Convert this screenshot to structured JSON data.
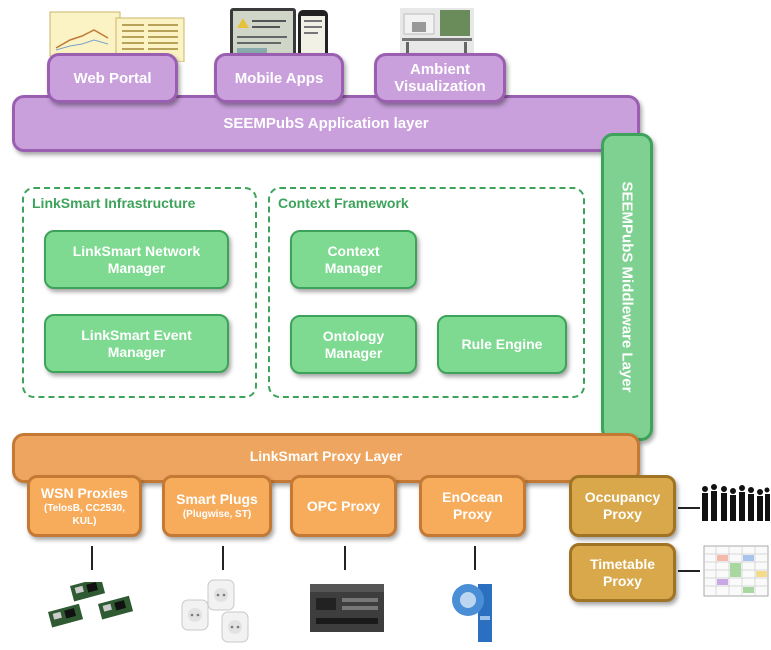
{
  "application_layer": {
    "label": "SEEMPubS Application layer",
    "apps": [
      {
        "label": "Web Portal"
      },
      {
        "label": "Mobile Apps"
      },
      {
        "label": "Ambient Visualization"
      }
    ]
  },
  "middleware": {
    "label": "SEEMPubS Middleware Layer"
  },
  "linksmart_infrastructure": {
    "title": "LinkSmart Infrastructure",
    "network_manager": "LinkSmart Network Manager",
    "event_manager": "LinkSmart Event Manager"
  },
  "context_framework": {
    "title": "Context Framework",
    "context_manager": "Context Manager",
    "ontology_manager": "Ontology Manager",
    "rule_engine": "Rule Engine"
  },
  "proxy_layer": {
    "label": "LinkSmart Proxy Layer",
    "wsn": {
      "label": "WSN Proxies",
      "sub": "(TelosB, CC2530, KUL)"
    },
    "smart_plugs": {
      "label": "Smart Plugs",
      "sub": "(Plugwise, ST)"
    },
    "opc": {
      "label": "OPC Proxy"
    },
    "enocean": {
      "label": "EnOcean Proxy"
    },
    "occupancy": {
      "label": "Occupancy Proxy"
    },
    "timetable": {
      "label": "Timetable Proxy"
    }
  }
}
